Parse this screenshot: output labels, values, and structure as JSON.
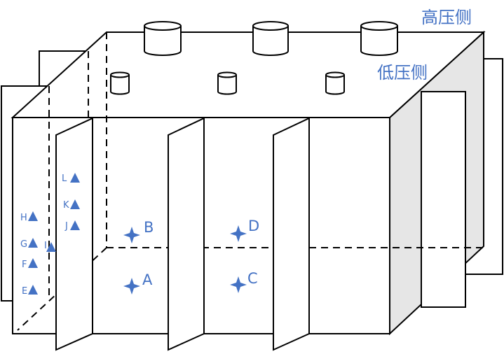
{
  "colors": {
    "line": "#000000",
    "accent": "#4472c4",
    "shade": "#e6e6e6",
    "background": "#ffffff"
  },
  "labels": {
    "high_voltage_side": "高压侧",
    "low_voltage_side": "低压侧"
  },
  "star_points": [
    {
      "id": "A",
      "label": "A",
      "shape": "four-point-star"
    },
    {
      "id": "B",
      "label": "B",
      "shape": "four-point-star"
    },
    {
      "id": "C",
      "label": "C",
      "shape": "four-point-star"
    },
    {
      "id": "D",
      "label": "D",
      "shape": "four-point-star"
    }
  ],
  "triangle_points": [
    {
      "id": "E",
      "label": "E",
      "shape": "triangle"
    },
    {
      "id": "F",
      "label": "F",
      "shape": "triangle"
    },
    {
      "id": "G",
      "label": "G",
      "shape": "triangle"
    },
    {
      "id": "H",
      "label": "H",
      "shape": "triangle"
    },
    {
      "id": "I",
      "label": "I",
      "shape": "triangle"
    },
    {
      "id": "J",
      "label": "J",
      "shape": "triangle"
    },
    {
      "id": "K",
      "label": "K",
      "shape": "triangle"
    },
    {
      "id": "L",
      "label": "L",
      "shape": "triangle"
    }
  ]
}
